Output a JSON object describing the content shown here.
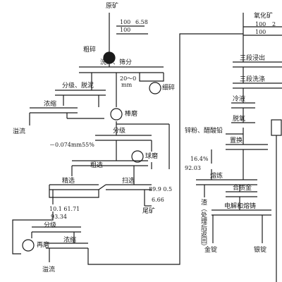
{
  "left_circuit": {
    "raw_ore": "原矿",
    "raw_ore_yield": "100",
    "raw_ore_grade": "6.58",
    "raw_ore_recovery": "100",
    "coarse_crush": "粗碎",
    "wash_screen": "洗矿、筛分",
    "screen_size": "20～0",
    "screen_unit": "mm",
    "fine_crush": "细碎",
    "classify_deslime": "分级、脱泥",
    "thicken_1": "浓缩",
    "overflow_1": "溢流",
    "rod_mill": "棒磨",
    "classify_1": "分级",
    "size_fraction": "－0.074mm55%",
    "ball_mill": "球磨",
    "roughing": "粗选",
    "cleaning": "精选",
    "scavenging": "扫选",
    "tailing_values": "89.9 0.5",
    "tailing_values_2": "6.66",
    "tailing": "尾矿",
    "concentrate_values": "10.1 61.71",
    "concentrate_values_2": "93.34",
    "classify_2": "分级",
    "regrind": "再磨",
    "thicken_2": "浓缩",
    "overflow_2": "溢流"
  },
  "right_circuit": {
    "oxidized_ore": "氧化矿",
    "oxidized_yield": "100",
    "oxidized_grade": "2",
    "oxidized_recovery": "100",
    "three_stage_leach": "三段浸出",
    "three_stage_wash": "三段洗涤",
    "cool_solution": "冷液",
    "deoxygenate": "脱氧",
    "zinc_powder": "锌粉、醋酸铅",
    "replacement": "置换",
    "percent": "16.4%",
    "recovery_value": "92.03",
    "smelting": "熔炼",
    "slag": "渣（处理后返回）",
    "alloy": "合质金",
    "electrolysis": "电解和熔铸",
    "gold_ingot": "金锭",
    "silver_ingot": "银锭"
  }
}
